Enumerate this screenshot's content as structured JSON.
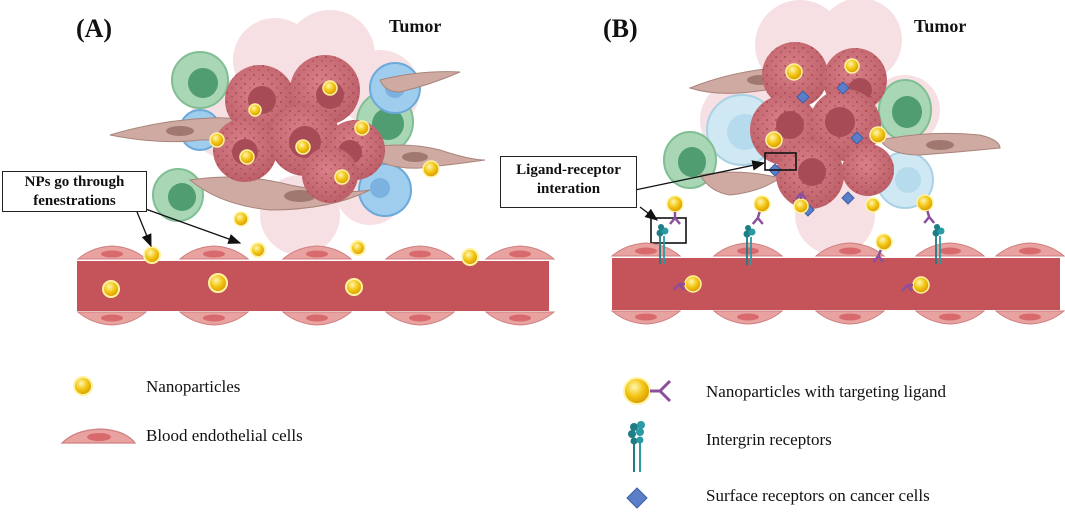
{
  "panels": {
    "a": {
      "label": "(A)",
      "tumor_label": "Tumor",
      "callout": [
        "NPs go through",
        "fenestrations"
      ]
    },
    "b": {
      "label": "(B)",
      "tumor_label": "Tumor",
      "callout": [
        "Ligand-receptor",
        "interation"
      ]
    }
  },
  "legend_a": {
    "nanoparticles": "Nanoparticles",
    "endothelial": "Blood endothelial cells"
  },
  "legend_b": {
    "np_ligand": "Nanoparticles with targeting ligand",
    "integrin": "Intergrin receptors",
    "surface_receptors": "Surface receptors on cancer cells"
  },
  "colors": {
    "vessel": "#c4545a",
    "endothelial_cell": "#e8a3a1",
    "endothelial_nucleus": "#d86a6e",
    "tumor_cell": "#c86a73",
    "tumor_nucleus": "#b9535e",
    "nanoparticle": "#f2c511",
    "immune_green": "#8fcaa3",
    "immune_blue": "#8cc3e8",
    "fibroblast": "#c9a49c",
    "ligand": "#8b4f9e",
    "integrin": "#1f7d86",
    "surface_receptor": "#5b7ec8"
  }
}
